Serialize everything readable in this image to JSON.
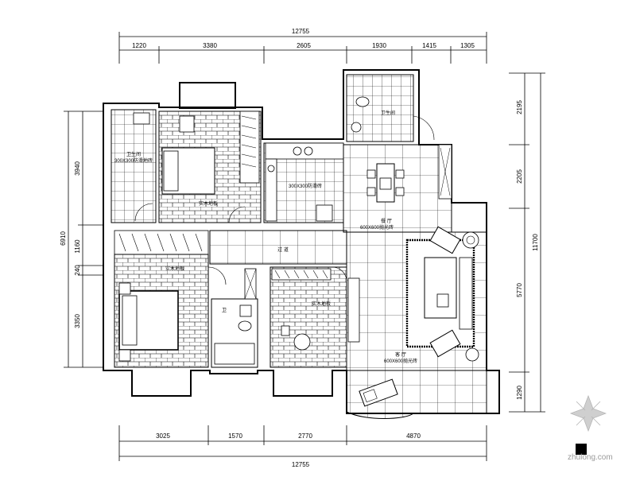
{
  "dimensions": {
    "top_total": "12755",
    "top_segments": [
      "1220",
      "3380",
      "2605",
      "1930",
      "1415",
      "1305"
    ],
    "bottom_total": "12755",
    "bottom_segments": [
      "3025",
      "1570",
      "2770",
      "4870"
    ],
    "left_total": "6910",
    "left_segments": [
      "3940",
      "1160",
      "240",
      "3350"
    ],
    "right_total": "11700",
    "right_segments": [
      "2195",
      "2205",
      "5770",
      "1290"
    ]
  },
  "rooms": {
    "upper_left_room": "卫生间",
    "upper_left_floor": "300X300防滑地砖",
    "bedroom_upper": "实木地板",
    "kitchen": "300X300防滑砖",
    "dining": "餐  厅",
    "dining_floor": "600X600抛光砖",
    "hallway": "过  道",
    "bedroom_lower": "实木地板",
    "bath_lower": "卫",
    "bedroom_middle": "实木地板",
    "living": "客  厅",
    "living_floor": "600X600抛光砖",
    "bath_top": "卫生间"
  },
  "watermark": {
    "text": "zhulong.com"
  },
  "colors": {
    "line": "#000000",
    "brick": "#000000",
    "watermark": "#9a9a9a"
  }
}
